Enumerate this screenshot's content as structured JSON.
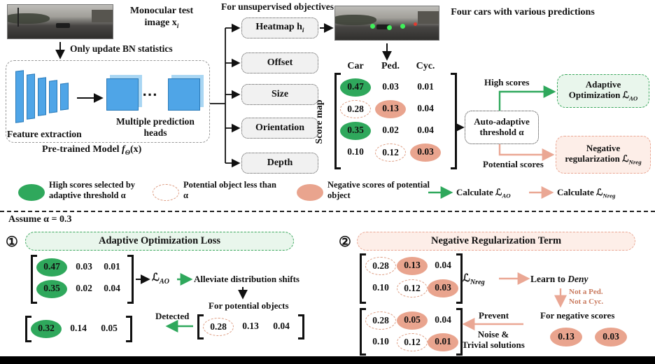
{
  "colors": {
    "high_green": "#2fa85c",
    "negative_salmon": "#e9a48e",
    "potential_dash": "#dd9a7f",
    "green_arrow": "#2fa85c",
    "pink_arrow": "#eaa794"
  },
  "top_left": {
    "image_caption_prefix": "Monocular test image x",
    "image_caption_sub": "i",
    "bn_label": "Only update BN statistics",
    "feature_label": "Feature extraction",
    "heads_dots": "⋯",
    "heads_label": "Multiple prediction heads",
    "pretrained_prefix": "Pre-trained Model ",
    "pretrained_f": "f",
    "pretrained_sub": "Θ",
    "pretrained_suffix": "(x)"
  },
  "objectives": {
    "label": "For unsupervised objectives",
    "heads": [
      {
        "main": "Heatmap h",
        "sub": "i"
      },
      {
        "main": "Offset"
      },
      {
        "main": "Size"
      },
      {
        "main": "Orientation"
      },
      {
        "main": "Depth"
      }
    ]
  },
  "predictions": {
    "caption": "Four cars with various predictions"
  },
  "score_map": {
    "rotated_label": "Score map",
    "columns": [
      "Car",
      "Ped.",
      "Cyc."
    ],
    "values": [
      [
        "0.47",
        "0.03",
        "0.01"
      ],
      [
        "0.28",
        "0.13",
        "0.04"
      ],
      [
        "0.35",
        "0.02",
        "0.04"
      ],
      [
        "0.10",
        "0.12",
        "0.03"
      ]
    ]
  },
  "flow": {
    "threshold_label": "Auto-adaptive threshold α",
    "high_scores": "High scores",
    "potential_scores": "Potential scores",
    "ao_prefix": "Adaptive Optimization ℒ",
    "ao_sub": "AO",
    "nreg_prefix": "Negative regularization ℒ",
    "nreg_sub": "Nreg"
  },
  "legend": {
    "high": "High scores selected by adaptive threshold α",
    "potential": "Potential object less than α",
    "negative": "Negative scores of potential object",
    "calc_ao_prefix": "Calculate ℒ",
    "calc_ao_sub": "AO",
    "calc_nreg_prefix": "Calculate ℒ",
    "calc_nreg_sub": "Nreg"
  },
  "assume_label": "Assume α = 0.3",
  "panel1": {
    "number": "①",
    "title": "Adaptive Optimization Loss",
    "matrix_high": [
      [
        "0.47",
        "0.03",
        "0.01"
      ],
      [
        "0.35",
        "0.02",
        "0.04"
      ]
    ],
    "loss_prefix": "ℒ",
    "loss_sub": "AO",
    "alleviate": "Alleviate distribution shifts",
    "for_potential": "For potential objects",
    "matrix_potential": [
      "0.28",
      "0.13",
      "0.04"
    ],
    "detected": "Detected",
    "matrix_detected": [
      "0.32",
      "0.14",
      "0.05"
    ]
  },
  "panel2": {
    "number": "②",
    "title": "Negative Regularization Term",
    "matrix_top": [
      [
        "0.28",
        "0.13",
        "0.04"
      ],
      [
        "0.10",
        "0.12",
        "0.03"
      ]
    ],
    "loss_prefix": "ℒ",
    "loss_sub": "Nreg",
    "learn_prefix": "Learn to ",
    "learn_italic": "Deny",
    "not_ped": "Not a Ped.",
    "not_cyc": "Not a Cyc.",
    "for_negative": "For negative scores",
    "negative_scores": [
      "0.13",
      "0.03"
    ],
    "prevent": "Prevent",
    "matrix_bottom": [
      [
        "0.28",
        "0.05",
        "0.04"
      ],
      [
        "0.10",
        "0.12",
        "0.01"
      ]
    ],
    "noise_line1": "Noise &",
    "noise_line2": "Trivial solutions"
  }
}
